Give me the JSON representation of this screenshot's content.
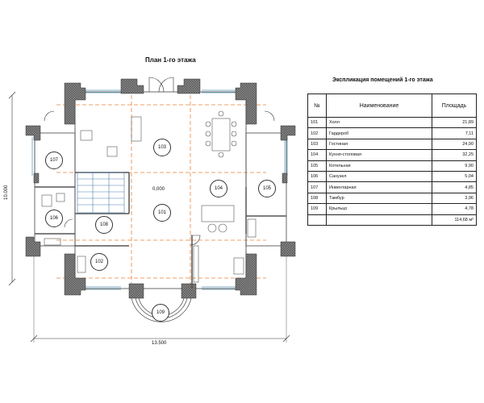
{
  "plan": {
    "title": "План 1-го этажа",
    "dim_width": "13.500",
    "dim_height": "10.000",
    "level": "0,000",
    "rooms": [
      "101",
      "102",
      "103",
      "104",
      "105",
      "106",
      "107",
      "108",
      "109"
    ]
  },
  "explication": {
    "title": "Экспликация помещений 1-го этажа",
    "headers": {
      "num": "№",
      "name": "Наименование",
      "area": "Площадь"
    },
    "rows": [
      {
        "num": "101",
        "name": "Холл",
        "area": "21,89"
      },
      {
        "num": "102",
        "name": "Гардероб",
        "area": "7,11"
      },
      {
        "num": "103",
        "name": "Гостиная",
        "area": "24,90"
      },
      {
        "num": "104",
        "name": "Кухня-столовая",
        "area": "32,25"
      },
      {
        "num": "105",
        "name": "Котельная",
        "area": "9,90"
      },
      {
        "num": "106",
        "name": "Санузел",
        "area": "5,04"
      },
      {
        "num": "107",
        "name": "Инвентарная",
        "area": "4,85"
      },
      {
        "num": "108",
        "name": "Тамбур",
        "area": "3,96"
      },
      {
        "num": "109",
        "name": "Крыльцо",
        "area": "4,78"
      }
    ],
    "total": "114,68 м²"
  },
  "colors": {
    "axis": "#e8823a",
    "wall": "#6b6b6b",
    "glass": "#7fb2c8"
  }
}
